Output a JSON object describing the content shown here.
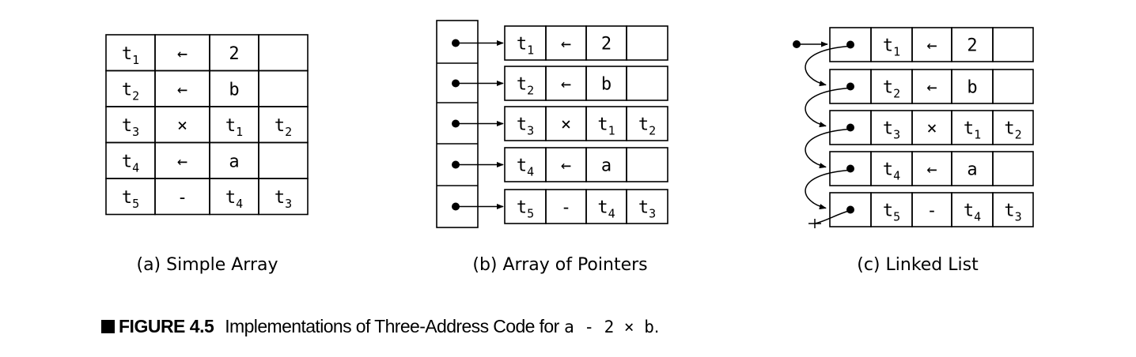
{
  "figure": {
    "number": "FIGURE 4.5",
    "caption_text": "Implementations of Three-Address Code for",
    "caption_expr": "a - 2 × b",
    "caption_end": "."
  },
  "rows": [
    [
      {
        "t": "t",
        "s": "1"
      },
      {
        "t": "←"
      },
      {
        "t": "2"
      },
      {
        "t": ""
      }
    ],
    [
      {
        "t": "t",
        "s": "2"
      },
      {
        "t": "←"
      },
      {
        "t": "b"
      },
      {
        "t": ""
      }
    ],
    [
      {
        "t": "t",
        "s": "3"
      },
      {
        "t": "×"
      },
      {
        "t": "t",
        "s": "1"
      },
      {
        "t": "t",
        "s": "2"
      }
    ],
    [
      {
        "t": "t",
        "s": "4"
      },
      {
        "t": "←"
      },
      {
        "t": "a"
      },
      {
        "t": ""
      }
    ],
    [
      {
        "t": "t",
        "s": "5"
      },
      {
        "t": "-"
      },
      {
        "t": "t",
        "s": "4"
      },
      {
        "t": "t",
        "s": "3"
      }
    ]
  ],
  "panels": {
    "a": {
      "caption": "(a) Simple Array"
    },
    "b": {
      "caption": "(b) Array of Pointers"
    },
    "c": {
      "caption": "(c) Linked List"
    }
  }
}
